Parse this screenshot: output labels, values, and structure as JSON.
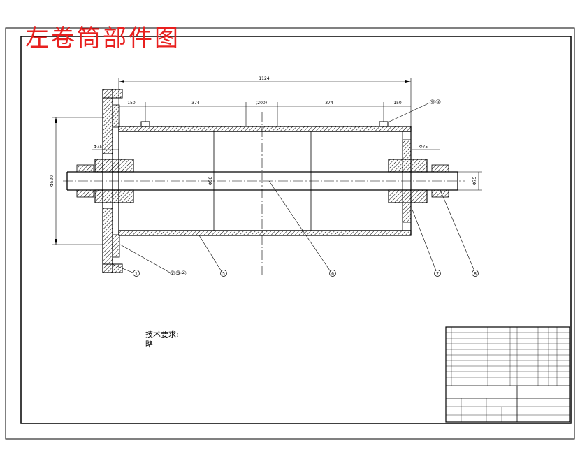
{
  "title": "左卷筒部件图",
  "dimensions": {
    "overall_length": "1124",
    "left_end": "150",
    "left_span": "374",
    "center_span": "(200)",
    "right_span": "374",
    "right_end": "150",
    "left_height": "Φ520",
    "shaft_dia": "Φ50",
    "right_dia": "Φ75",
    "left_bearing": "Φ75",
    "right_bearing": "Φ75",
    "shaft_axis_label": "Φ50"
  },
  "balloons": {
    "b1": "1",
    "b2": "②③④",
    "b5": "5",
    "b6": "6",
    "b7": "7",
    "b8": "8",
    "b910": "⑨⑩"
  },
  "notes": {
    "heading": "技术要求:",
    "body": "略"
  },
  "colors": {
    "title": "#e8201f",
    "line": "#000000",
    "background": "#ffffff"
  }
}
